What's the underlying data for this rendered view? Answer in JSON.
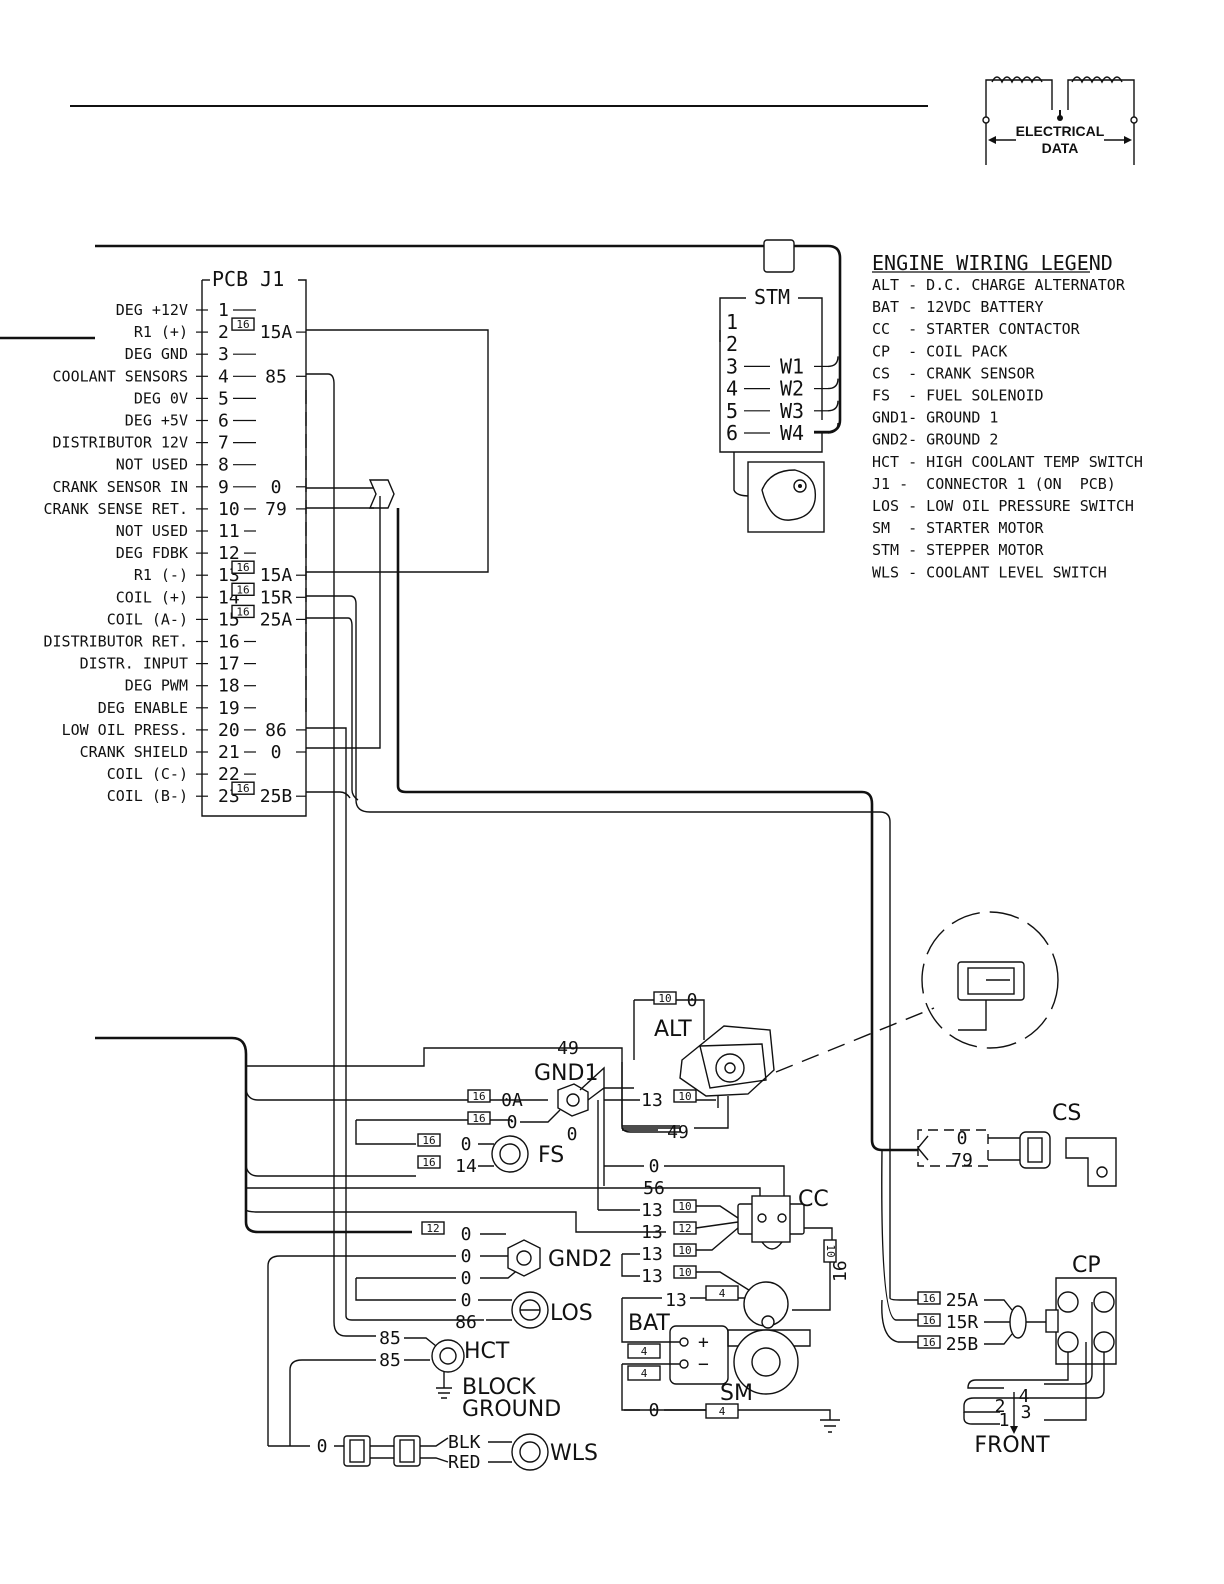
{
  "header": {
    "logo_label_1": "ELECTRICAL",
    "logo_label_2": "DATA"
  },
  "pcb": {
    "title": "PCB J1",
    "pins": [
      {
        "label": "DEG +12V",
        "num": "1",
        "wire": ""
      },
      {
        "label": "R1 (+)",
        "num": "2",
        "wire": "15A",
        "gauge": "16"
      },
      {
        "label": "DEG GND",
        "num": "3",
        "wire": ""
      },
      {
        "label": "COOLANT SENSORS",
        "num": "4",
        "wire": "85"
      },
      {
        "label": "DEG 0V",
        "num": "5",
        "wire": ""
      },
      {
        "label": "DEG +5V",
        "num": "6",
        "wire": ""
      },
      {
        "label": "DISTRIBUTOR 12V",
        "num": "7",
        "wire": ""
      },
      {
        "label": "NOT USED",
        "num": "8",
        "wire": ""
      },
      {
        "label": "CRANK SENSOR IN",
        "num": "9",
        "wire": "0"
      },
      {
        "label": "CRANK SENSE RET.",
        "num": "10",
        "wire": "79"
      },
      {
        "label": "NOT USED",
        "num": "11",
        "wire": ""
      },
      {
        "label": "DEG FDBK",
        "num": "12",
        "wire": ""
      },
      {
        "label": "R1 (-)",
        "num": "13",
        "wire": "15A",
        "gauge": "16"
      },
      {
        "label": "COIL (+)",
        "num": "14",
        "wire": "15R",
        "gauge": "16"
      },
      {
        "label": "COIL (A-)",
        "num": "15",
        "wire": "25A",
        "gauge": "16"
      },
      {
        "label": "DISTRIBUTOR RET.",
        "num": "16",
        "wire": ""
      },
      {
        "label": "DISTR. INPUT",
        "num": "17",
        "wire": ""
      },
      {
        "label": "DEG PWM",
        "num": "18",
        "wire": ""
      },
      {
        "label": "DEG ENABLE",
        "num": "19",
        "wire": ""
      },
      {
        "label": "LOW OIL PRESS.",
        "num": "20",
        "wire": "86"
      },
      {
        "label": "CRANK SHIELD",
        "num": "21",
        "wire": "0"
      },
      {
        "label": "COIL (C-)",
        "num": "22",
        "wire": ""
      },
      {
        "label": "COIL (B-)",
        "num": "23",
        "wire": "25B",
        "gauge": "16"
      }
    ]
  },
  "stm": {
    "title": "STM",
    "pins": [
      "1",
      "2",
      "3",
      "4",
      "5",
      "6"
    ],
    "wires": [
      "W1",
      "W2",
      "W3",
      "W4"
    ]
  },
  "legend": {
    "title": "ENGINE WIRING LEGEND",
    "items": [
      "ALT - D.C. CHARGE ALTERNATOR",
      "BAT - 12VDC BATTERY",
      "CC  - STARTER CONTACTOR",
      "CP  - COIL PACK",
      "CS  - CRANK SENSOR",
      "FS  - FUEL SOLENOID",
      "GND1- GROUND 1",
      "GND2- GROUND 2",
      "HCT - HIGH COOLANT TEMP SWITCH",
      "J1 -  CONNECTOR 1 (ON  PCB)",
      "LOS - LOW OIL PRESSURE SWITCH",
      "SM  - STARTER MOTOR",
      "STM - STEPPER MOTOR",
      "WLS - COOLANT LEVEL SWITCH"
    ]
  },
  "components": {
    "alt": "ALT",
    "gnd1": "GND1",
    "fs": "FS",
    "cc": "CC",
    "gnd2": "GND2",
    "los": "LOS",
    "bat": "BAT",
    "sm": "SM",
    "hct": "HCT",
    "block": "BLOCK",
    "ground": "GROUND",
    "wls": "WLS",
    "cs": "CS",
    "cp": "CP",
    "front": "FRONT"
  },
  "wires": {
    "alt_top": "0",
    "alt_top_gauge": "10",
    "w49a": "49",
    "w0a": "0A",
    "w0a_gauge": "16",
    "w0": "0",
    "w0_gauge": "16",
    "gnd1_0": "0",
    "alt13": "13",
    "alt13_gauge": "10",
    "w49b": "49",
    "fs0": "0",
    "fs0_gauge": "16",
    "fs14": "14",
    "fs14_gauge": "16",
    "cc0": "0",
    "cc56": "56",
    "cc13a": "13",
    "cc13a_gauge": "10",
    "cc13b": "13",
    "cc13b_gauge": "12",
    "cc13c": "13",
    "cc13c_gauge": "10",
    "cc13d": "13",
    "cc13d_gauge": "10",
    "cc16": "16",
    "cc16_gauge": "10",
    "gnd2_0a": "0",
    "gnd2_0a_gauge": "12",
    "gnd2_0b": "0",
    "gnd2_0c": "0",
    "los0": "0",
    "los86": "86",
    "bat13": "13",
    "bat13_gauge": "4",
    "bat_pos_gauge": "4",
    "bat_neg_gauge": "4",
    "sm0": "0",
    "sm0_gauge": "4",
    "hct85a": "85",
    "hct85b": "85",
    "wls0": "0",
    "blk": "BLK",
    "red": "RED",
    "cs0": "0",
    "cs79": "79",
    "cp25a": "25A",
    "cp15r": "15R",
    "cp25b": "25B",
    "cp_gauge": "16",
    "front_1": "1",
    "front_2": "2",
    "front_3": "3",
    "front_4": "4",
    "plus": "+",
    "minus": "−"
  }
}
